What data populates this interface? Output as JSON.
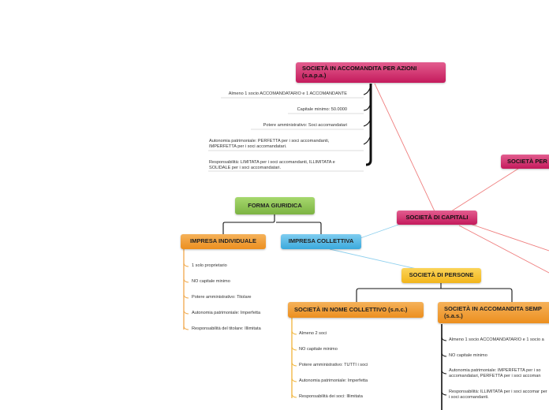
{
  "nodes": {
    "sapa": "SOCIETÀ  IN ACCOMANDITA PER AZIONI (s.a.p.a.)",
    "spa": "SOCIETÀ  PER",
    "capitali": "SOCIETÀ DI CAPITALI",
    "forma": "FORMA GIURIDICA",
    "individuale": "IMPRESA INDIVIDUALE",
    "collettiva": "IMPRESA COLLETTIVA",
    "persone": "SOCIETÀ DI PERSONE",
    "snc": "SOCIETÀ  IN NOME COLLETTIVO (s.n.c.)",
    "sas": "SOCIETÀ  IN ACCOMANDITA SEMP (s.a.s.)"
  },
  "sapa_items": [
    "Almeno 1 socio ACCOMANDATARIO e 1 ACCOMANDANTE",
    "Capitale minimo: 50.0000",
    "Potere amministrativo: Soci accomandatari",
    "Autonomia patrimoniale: PERFETTA per i soci accomandanti, IMPERFETTA per i soci accomandatari.",
    "Responsabilità: LIMITATA per i soci accomandanti, ILLIMITATA e SOLIDALE per i soci accomandatari."
  ],
  "individuale_items": [
    "1 solo proprietario",
    "NO capitale minimo",
    "Potere amministrativo: Titolare",
    "Autonomia patrimoniale: Imperfetta",
    "Responsabilità del titolare: Illimitata"
  ],
  "snc_items": [
    "Almeno 2 soci",
    "NO capitale minimo",
    "Potere amministrativo: TUTTI i soci",
    "Autonomia patrimoniale: Imperfetta",
    "Responsabilità dei soci: Illimitata"
  ],
  "sas_items": [
    "Almeno 1 socio ACCOMANDATARIO e 1 socio a",
    "NO capitale minimo",
    "Autonomia patrimoniale: IMPERFETTA per i so accomandatari, PERFETTA per i soci accoman",
    "Responsabilità: ILLIMITATA per i soci accomar per i soci accomandanti."
  ],
  "colors": {
    "pink": "#c41a5c",
    "green": "#7cb342",
    "orange": "#ec8f1f",
    "yellow": "#f2b51b",
    "blue": "#3aa9dd",
    "pink_link": "#ef7f7f",
    "blue_link": "#8fd0ee"
  }
}
